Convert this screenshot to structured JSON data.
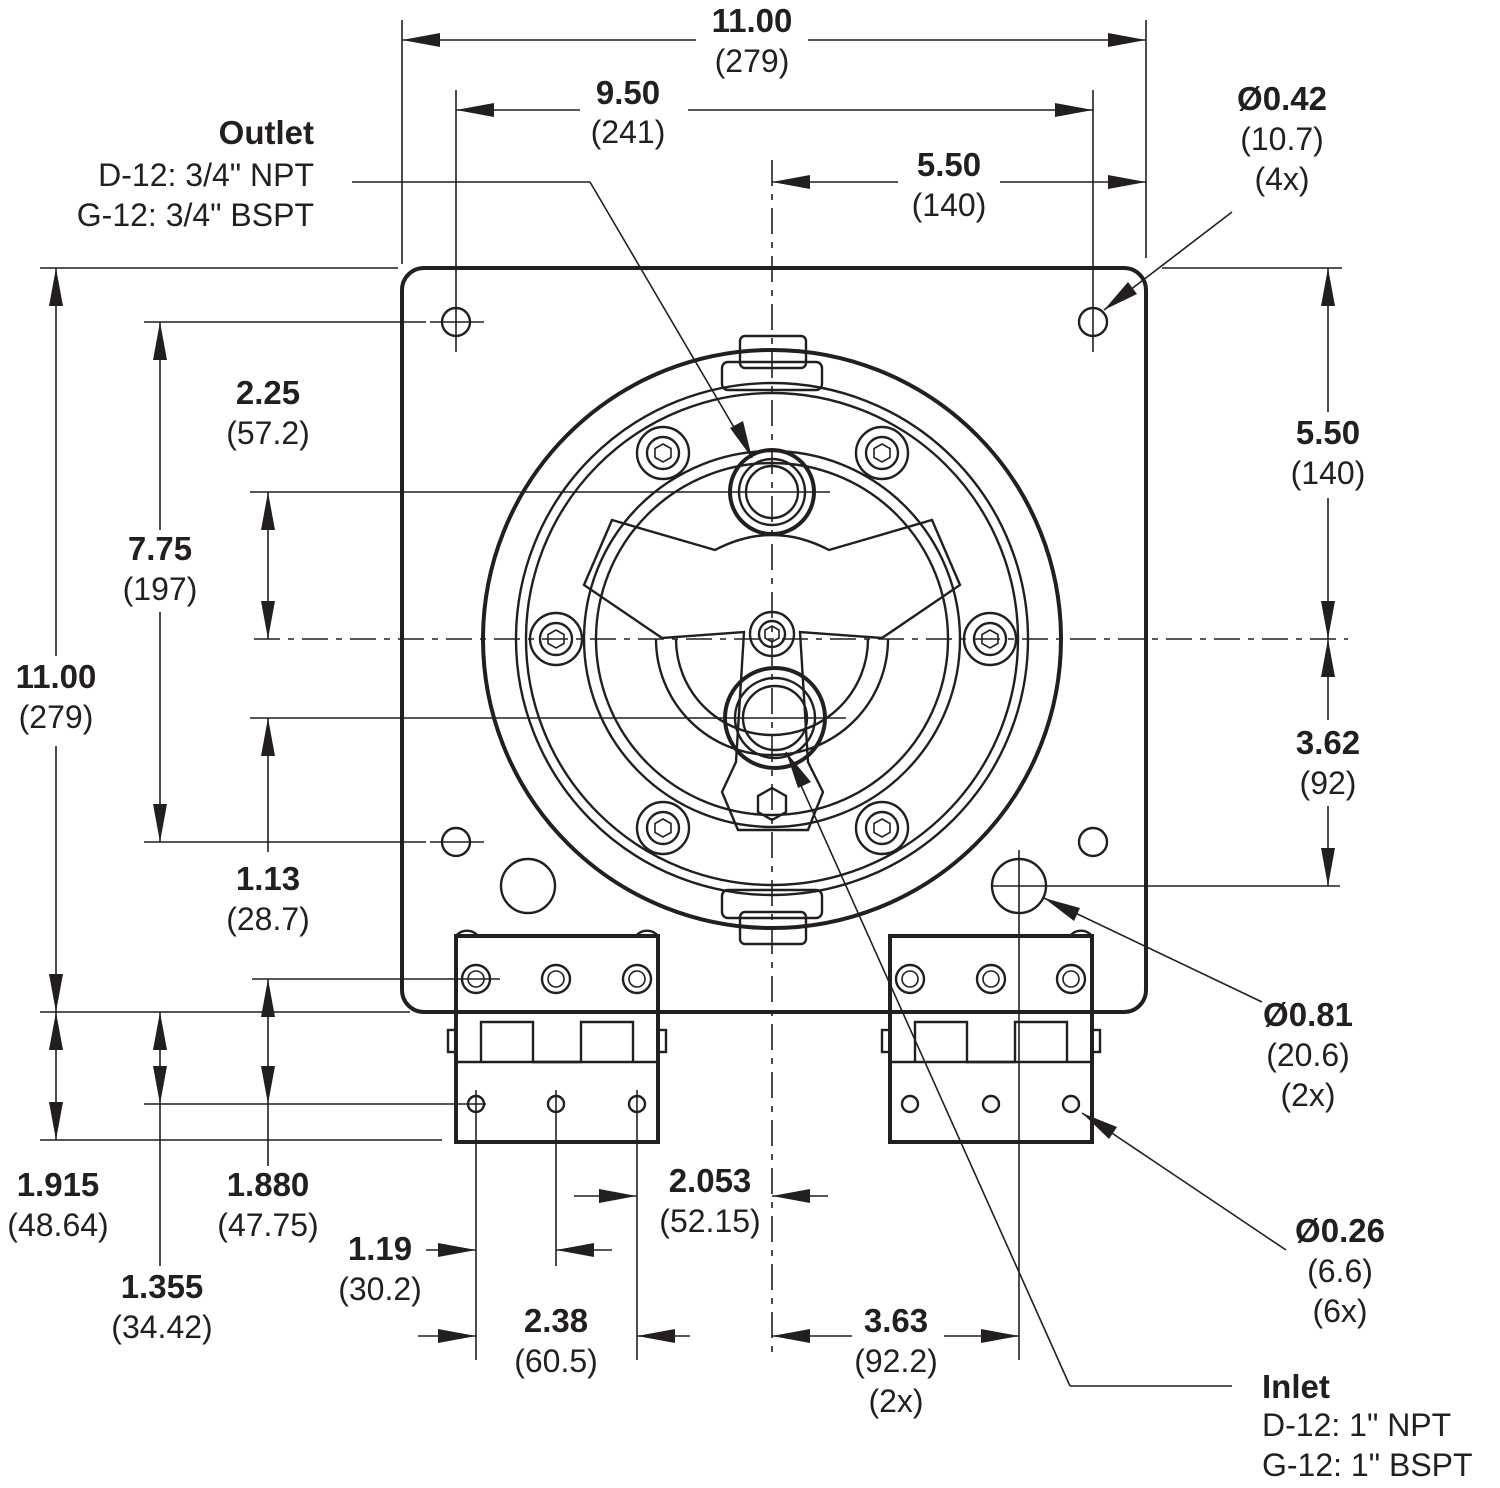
{
  "callouts": {
    "outlet": {
      "title": "Outlet",
      "line1": "D-12: 3/4\" NPT",
      "line2": "G-12: 3/4\" BSPT"
    },
    "inlet": {
      "title": "Inlet",
      "line1": "D-12: 1\" NPT",
      "line2": "G-12: 1\" BSPT"
    }
  },
  "dims": {
    "overall_width": {
      "in": "11.00",
      "mm": "(279)"
    },
    "hole_spacing_width": {
      "in": "9.50",
      "mm": "(241)"
    },
    "center_to_right_holes": {
      "in": "5.50",
      "mm": "(140)"
    },
    "mount_hole_dia": {
      "in": "Ø0.42",
      "mm": "(10.7)",
      "qty": "(4x)"
    },
    "overall_height": {
      "in": "11.00",
      "mm": "(279)"
    },
    "hole_spacing_height": {
      "in": "7.75",
      "mm": "(197)"
    },
    "outlet_above_center": {
      "in": "2.25",
      "mm": "(57.2)"
    },
    "inlet_below_center": {
      "in": "1.13",
      "mm": "(28.7)"
    },
    "top_to_center": {
      "in": "5.50",
      "mm": "(140)"
    },
    "center_to_lower_holes": {
      "in": "3.62",
      "mm": "(92)"
    },
    "large_hole_dia": {
      "in": "Ø0.81",
      "mm": "(20.6)",
      "qty": "(2x)"
    },
    "foot_hole_dia": {
      "in": "Ø0.26",
      "mm": "(6.6)",
      "qty": "(6x)"
    },
    "foot_1915": {
      "in": "1.915",
      "mm": "(48.64)"
    },
    "foot_1880": {
      "in": "1.880",
      "mm": "(47.75)"
    },
    "foot_1355": {
      "in": "1.355",
      "mm": "(34.42)"
    },
    "foot_119": {
      "in": "1.19",
      "mm": "(30.2)"
    },
    "foot_238": {
      "in": "2.38",
      "mm": "(60.5)"
    },
    "foot_2053": {
      "in": "2.053",
      "mm": "(52.15)"
    },
    "foot_363": {
      "in": "3.63",
      "mm": "(92.2)",
      "qty": "(2x)"
    }
  }
}
